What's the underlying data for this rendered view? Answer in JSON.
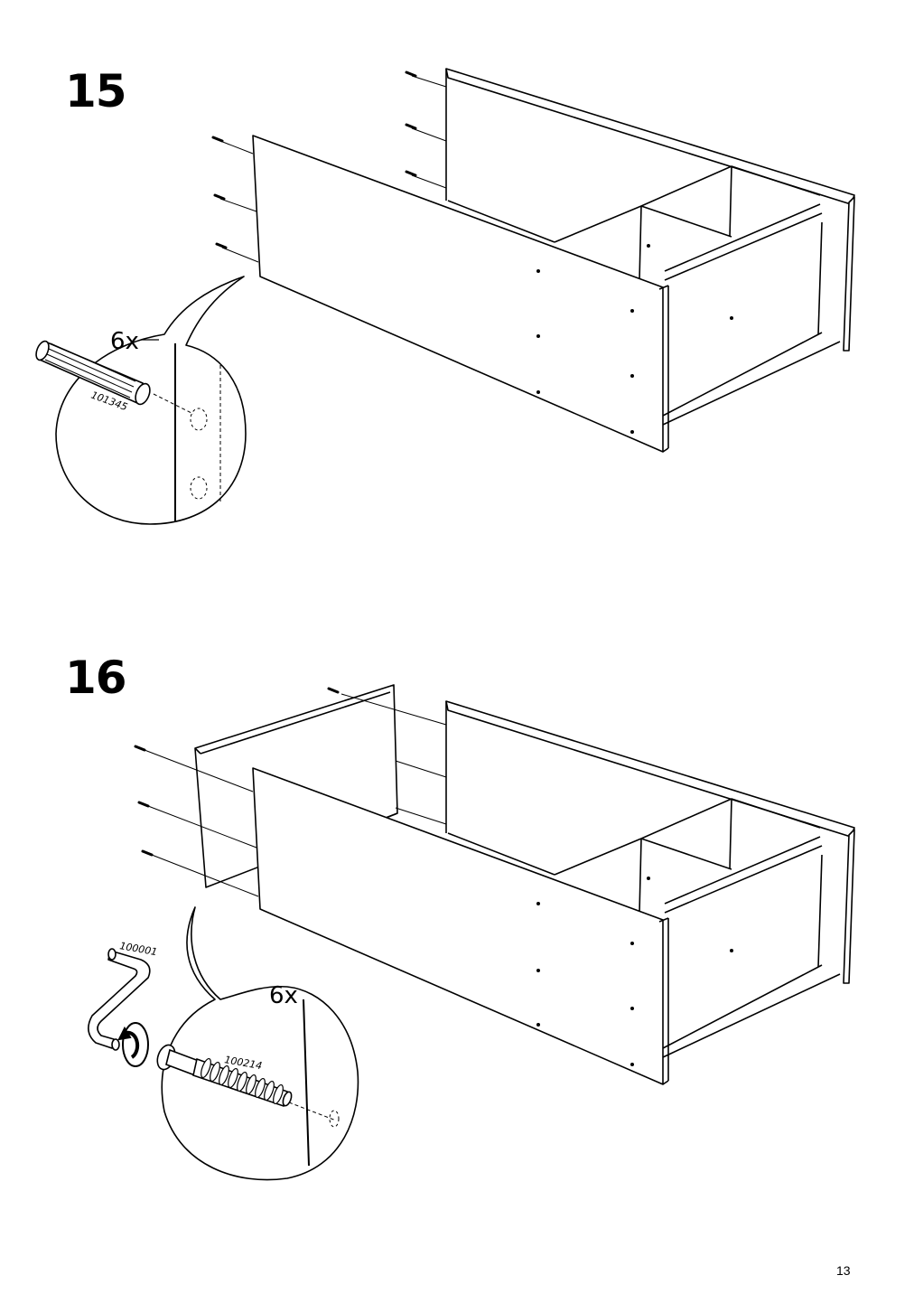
{
  "steps": [
    {
      "number": "15",
      "quantity": "6x",
      "part_number": "101345",
      "part_icon": "wooden-dowel-icon"
    },
    {
      "number": "16",
      "quantity": "6x",
      "part_number": "100214",
      "part_icon": "cam-bolt-icon",
      "tool_number": "100001",
      "tool_icon": "hex-key-icon",
      "action_icon": "rotate-clockwise-icon"
    }
  ],
  "page_number": "13"
}
